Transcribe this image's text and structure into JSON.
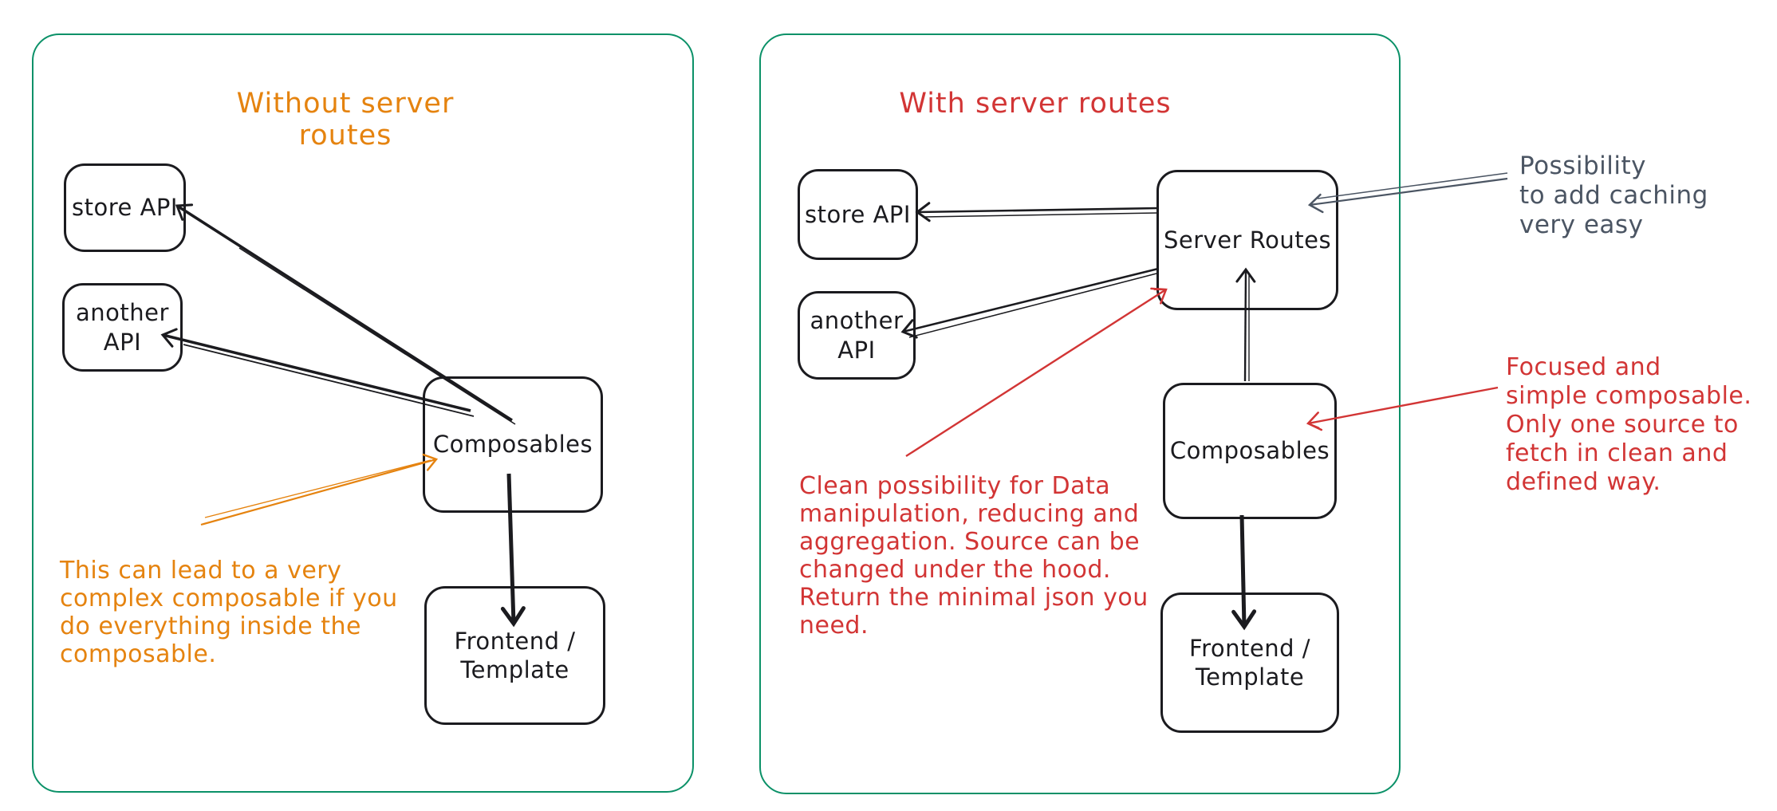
{
  "left_panel": {
    "title": "Without server routes",
    "boxes": {
      "store_api": "store API",
      "another_api": "another\nAPI",
      "composables": "Composables",
      "frontend": "Frontend /\nTemplate"
    },
    "note_complex": "This can lead to a very\ncomplex composable if you\ndo everything inside the\ncomposable."
  },
  "right_panel": {
    "title": "With server routes",
    "boxes": {
      "store_api": "store API",
      "another_api": "another\nAPI",
      "server_routes": "Server Routes",
      "composables": "Composables",
      "frontend": "Frontend /\nTemplate"
    },
    "note_manipulation": "Clean possibility for Data\nmanipulation, reducing and\naggregation. Source can be\nchanged under the hood.\nReturn the minimal json you\nneed."
  },
  "annotations": {
    "caching": "Possibility\nto add caching\nvery easy",
    "focused": "Focused and\nsimple composable.\nOnly one source to\nfetch in clean and\ndefined way."
  },
  "colors": {
    "ink": "#1b1b1f",
    "green": "#0b9168",
    "orange": "#e5830f",
    "red": "#d23535",
    "gray": "#4b5563"
  }
}
